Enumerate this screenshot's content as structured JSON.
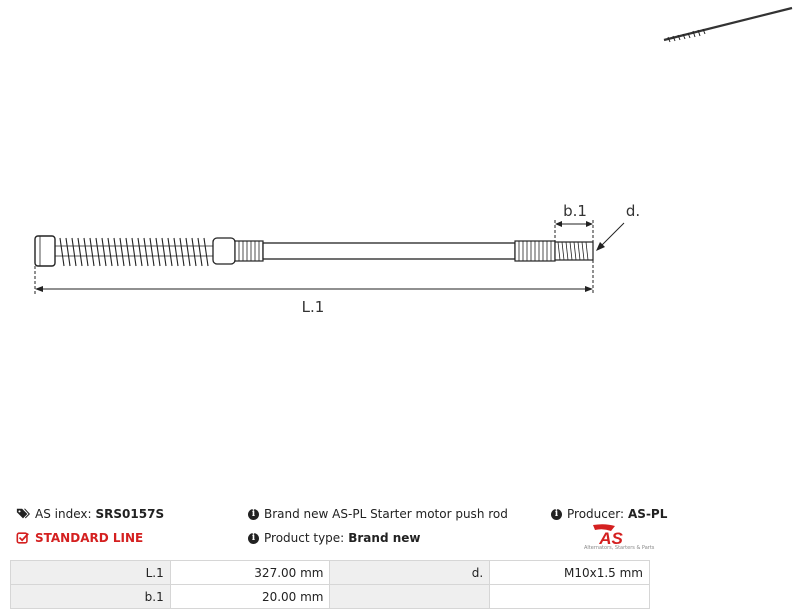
{
  "product": {
    "as_index_label": "AS index:",
    "as_index_value": "SRS0157S",
    "line_label": "STANDARD LINE",
    "description": "Brand new AS-PL Starter motor push rod",
    "product_type_label": "Product type:",
    "product_type_value": "Brand new",
    "producer_label": "Producer:",
    "producer_value": "AS-PL"
  },
  "logo": {
    "text": "AS",
    "tagline": "Alternators, Starters & Parts",
    "color": "#d42020"
  },
  "drawing": {
    "dims": {
      "length": "L.1",
      "thread_length": "b.1",
      "diameter": "d."
    }
  },
  "specs": [
    {
      "label_a": "L.1",
      "value_a": "327.00 mm",
      "label_b": "d.",
      "value_b": "M10x1.5 mm"
    },
    {
      "label_a": "b.1",
      "value_a": "20.00 mm",
      "label_b": "",
      "value_b": ""
    }
  ],
  "colors": {
    "accent_red": "#d42020",
    "table_label_bg": "#efefef"
  }
}
